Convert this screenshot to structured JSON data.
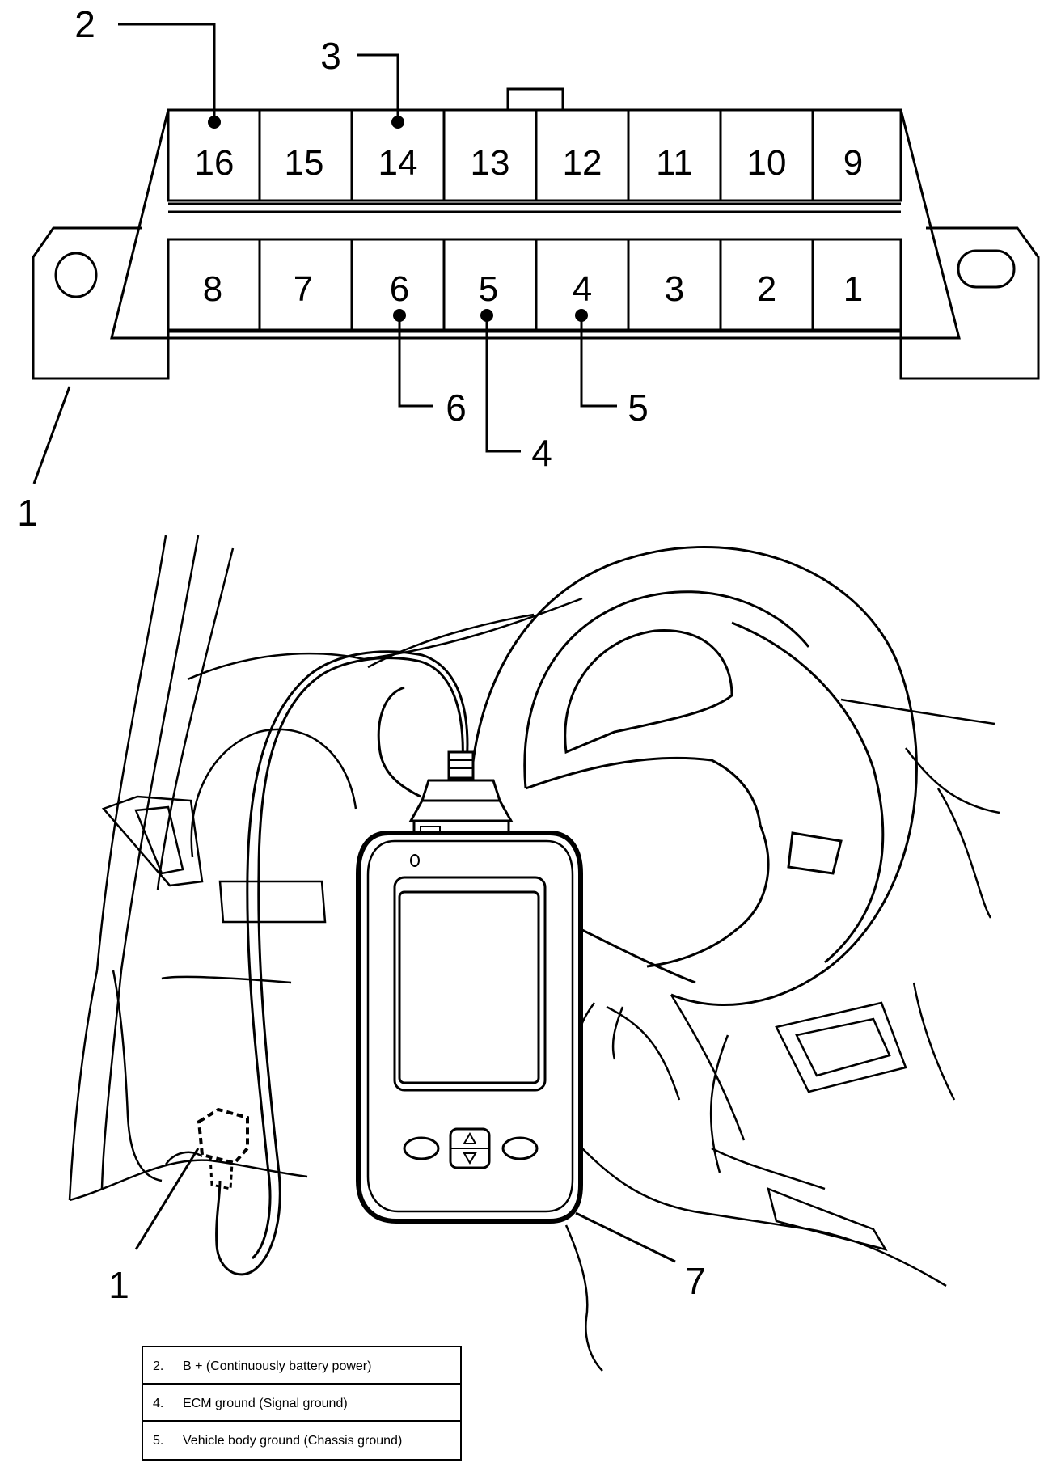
{
  "connector": {
    "top_row_pins": [
      "16",
      "15",
      "14",
      "13",
      "12",
      "11",
      "10",
      "9"
    ],
    "bottom_row_pins": [
      "8",
      "7",
      "6",
      "5",
      "4",
      "3",
      "2",
      "1"
    ]
  },
  "callouts": {
    "c2_top": "2",
    "c3_top": "3",
    "c1_connector": "1",
    "c6": "6",
    "c4": "4",
    "c5": "5",
    "c1_dash": "1",
    "c7": "7"
  },
  "legend": {
    "rows": [
      {
        "num": "2.",
        "text": "B + (Continuously battery power)"
      },
      {
        "num": "4.",
        "text": "ECM ground (Signal ground)"
      },
      {
        "num": "5.",
        "text": "Vehicle body ground (Chassis ground)"
      }
    ]
  }
}
